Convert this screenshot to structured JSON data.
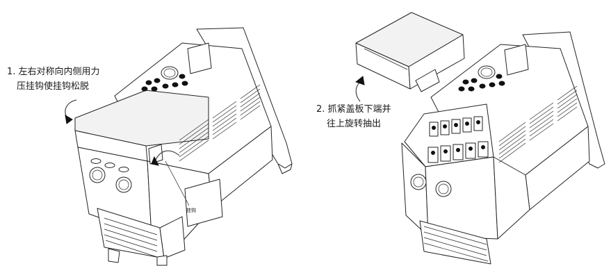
{
  "step1": {
    "line1": "1. 左右对称向内侧用力",
    "line2": "压挂钩使挂钩松脱"
  },
  "step2": {
    "line1": "2. 抓紧盖板下端并",
    "line2": "往上旋转抽出"
  },
  "hook_label": "挂钩",
  "colors": {
    "stroke": "#222222",
    "background": "#ffffff"
  }
}
